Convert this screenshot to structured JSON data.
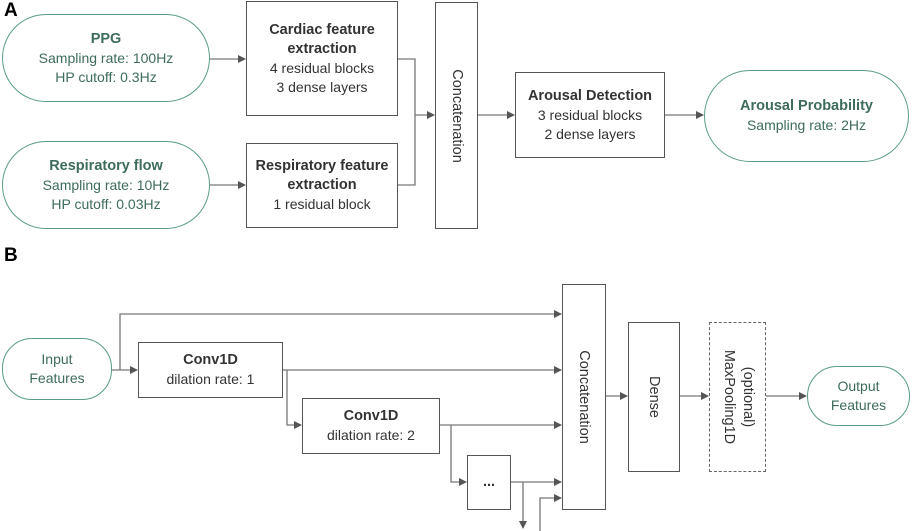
{
  "panel_a": {
    "label": "A",
    "ppg": {
      "title": "PPG",
      "lines": [
        "Sampling rate: 100Hz",
        "HP cutoff: 0.3Hz"
      ]
    },
    "resp": {
      "title": "Respiratory flow",
      "lines": [
        "Sampling rate: 10Hz",
        "HP cutoff: 0.03Hz"
      ]
    },
    "cardiac": {
      "title_lines": [
        "Cardiac feature",
        "extraction"
      ],
      "lines": [
        "4 residual blocks",
        "3 dense layers"
      ]
    },
    "resp_feat": {
      "title_lines": [
        "Respiratory feature",
        "extraction"
      ],
      "lines": [
        "1 residual block"
      ]
    },
    "concat": "Concatenation",
    "arousal_det": {
      "title": "Arousal Detection",
      "lines": [
        "3 residual blocks",
        "2 dense layers"
      ]
    },
    "arousal_prob": {
      "title": "Arousal Probability",
      "lines": [
        "Sampling rate: 2Hz"
      ]
    }
  },
  "panel_b": {
    "label": "B",
    "input": [
      "Input",
      "Features"
    ],
    "conv1": {
      "title": "Conv1D",
      "line": "dilation rate: 1"
    },
    "conv2": {
      "title": "Conv1D",
      "line": "dilation rate: 2"
    },
    "ellipsis": "...",
    "concat": "Concatenation",
    "dense": "Dense",
    "maxpool": [
      "(optional)",
      "MaxPooling1D"
    ],
    "output": [
      "Output",
      "Features"
    ]
  }
}
